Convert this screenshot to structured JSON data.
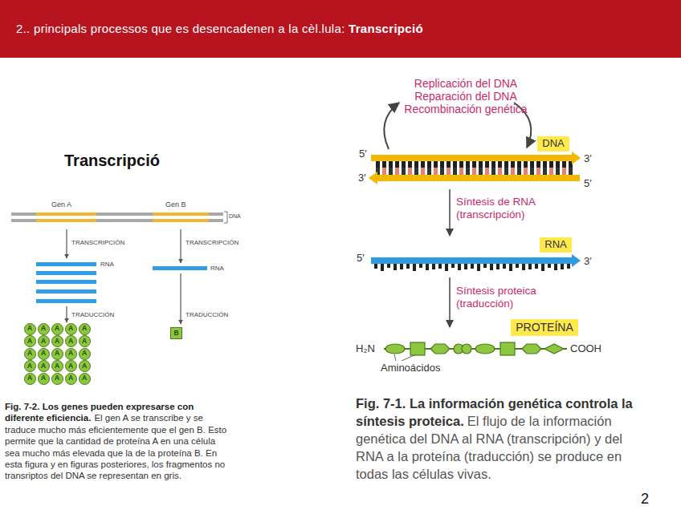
{
  "diagram": {
    "title": "2.. principals processos que es desencadenen a la cèl.lula:",
    "nodes": [
      {
        "text": [
          "A"
        ]
      },
      {
        "text": [
          "A"
        ]
      },
      {
        "text": [
          "A"
        ]
      },
      {
        "text": [
          "A"
        ]
      },
      {
        "text": [
          "A"
        ]
      },
      {
        "text": [
          "A"
        ]
      },
      {
        "text": [
          "A"
        ]
      },
      {
        "text": [
          "A"
        ]
      },
      {
        "text": [
          "A"
        ]
      },
      {
        "text": [
          "A"
        ]
      },
      {
        "text": [
          "A"
        ]
      },
      {
        "text": [
          "A"
        ]
      },
      {
        "text": [
          "A"
        ]
      },
      {
        "text": [
          "A"
        ]
      },
      {
        "text": [
          "A"
        ]
      },
      {
        "text": [
          "A"
        ]
      },
      {
        "text": [
          "A"
        ]
      },
      {
        "text": [
          "A"
        ]
      },
      {
        "text": [
          "A"
        ]
      },
      {
        "text": [
          "A"
        ]
      },
      {
        "text": [
          "A"
        ]
      },
      {
        "text": [
          "A"
        ]
      },
      {
        "text": [
          "A"
        ]
      },
      {
        "text": [
          "A"
        ]
      },
      {
        "text": [
          "A"
        ]
      },
      {
        "text": [
          "B"
        ]
      },
      {
        "text": [
          "DNA"
        ]
      },
      {
        "text": [
          "RNA"
        ]
      },
      {
        "text": [
          "PROTEÍNA"
        ]
      }
    ],
    "labels": [
      "Transcripció",
      "Transcripció",
      "Gen A",
      "Gen B",
      "DNA",
      "TRANSCRIPCIÓN",
      "TRANSCRIPCIÓN",
      "RNA",
      "RNA",
      "TRADUCCIÓN",
      "TRADUCCIÓN",
      "Fig. 7-2. Los genes pueden expresarse con diferente eficiencia.",
      "El gen A se transcribe y se traduce mucho más eficientemente que el gen B. Esto permite que la cantidad de proteína A en una célula sea mucho más elevada que la de la proteína B. En esta figura y en figuras posteriores, los fragmentos no transriptos del DNA se representan en gris.",
      "Replicación del DNA",
      "Reparación del DNA",
      "Recombinación genética",
      "5′",
      "3′",
      "3′",
      "5′",
      "Síntesis de RNA (transcripción)",
      "5′",
      "3′",
      "Síntesis proteica (traducción)",
      "H₂N",
      "COOH",
      "Aminoácidos",
      "Fig. 7-1. La información genética controla la síntesis proteica.",
      "El flujo de la información genética del DNA al RNA (transcripción) y del RNA a la proteína (traducción) se produce en todas las células vivas.",
      "2"
    ]
  }
}
